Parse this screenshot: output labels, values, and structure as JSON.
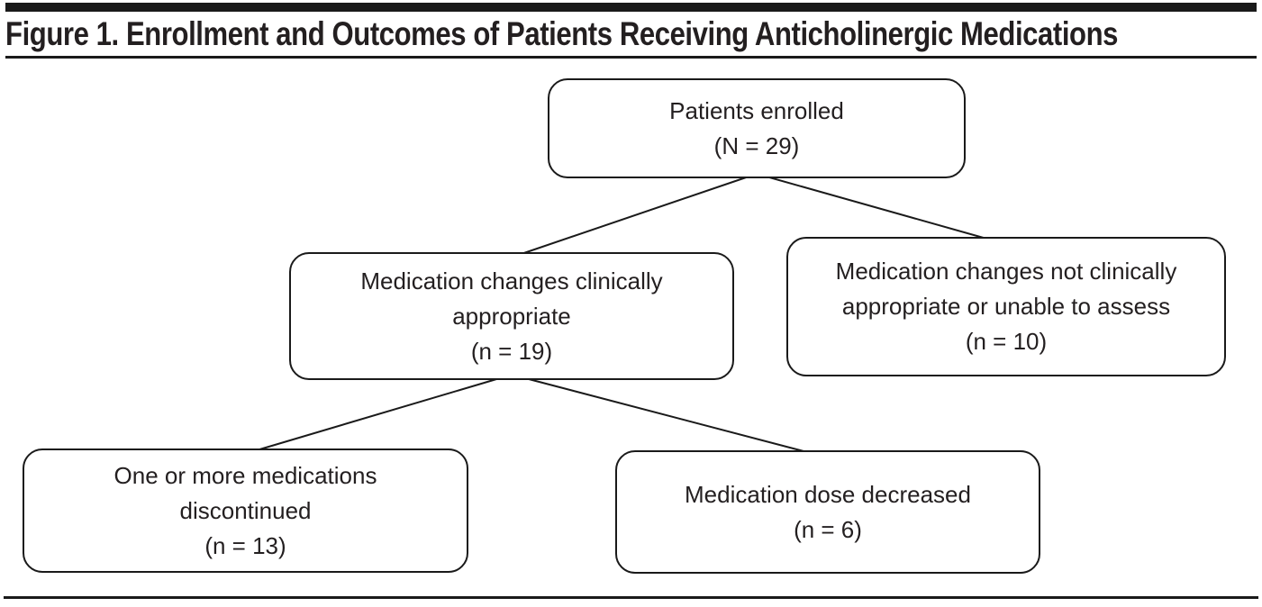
{
  "figure": {
    "title": "Figure 1. Enrollment and Outcomes of Patients Receiving Anticholinergic Medications"
  },
  "flowchart": {
    "nodes": [
      {
        "id": "patients-enrolled",
        "lines": [
          "Patients enrolled",
          "(N = 29)"
        ]
      },
      {
        "id": "changes-appropriate",
        "lines": [
          "Medication changes clinically",
          "appropriate",
          "(n = 19)"
        ]
      },
      {
        "id": "changes-not-appropriate",
        "lines": [
          "Medication changes not clinically",
          "appropriate or unable to assess",
          "(n = 10)"
        ]
      },
      {
        "id": "medications-discontinued",
        "lines": [
          "One or more medications",
          "discontinued",
          "(n = 13)"
        ]
      },
      {
        "id": "dose-decreased",
        "lines": [
          "Medication dose decreased",
          "(n = 6)"
        ]
      }
    ],
    "edges": [
      {
        "from": "patients-enrolled",
        "to": "changes-appropriate"
      },
      {
        "from": "patients-enrolled",
        "to": "changes-not-appropriate"
      },
      {
        "from": "changes-appropriate",
        "to": "medications-discontinued"
      },
      {
        "from": "changes-appropriate",
        "to": "dose-decreased"
      }
    ],
    "counts": {
      "enrolled_total": 29,
      "clinically_appropriate": 19,
      "not_appropriate_or_unable": 10,
      "discontinued": 13,
      "dose_decreased": 6
    },
    "colors": {
      "line": "#1a1a1a",
      "text": "#231f20",
      "box_fill": "#ffffff"
    }
  }
}
